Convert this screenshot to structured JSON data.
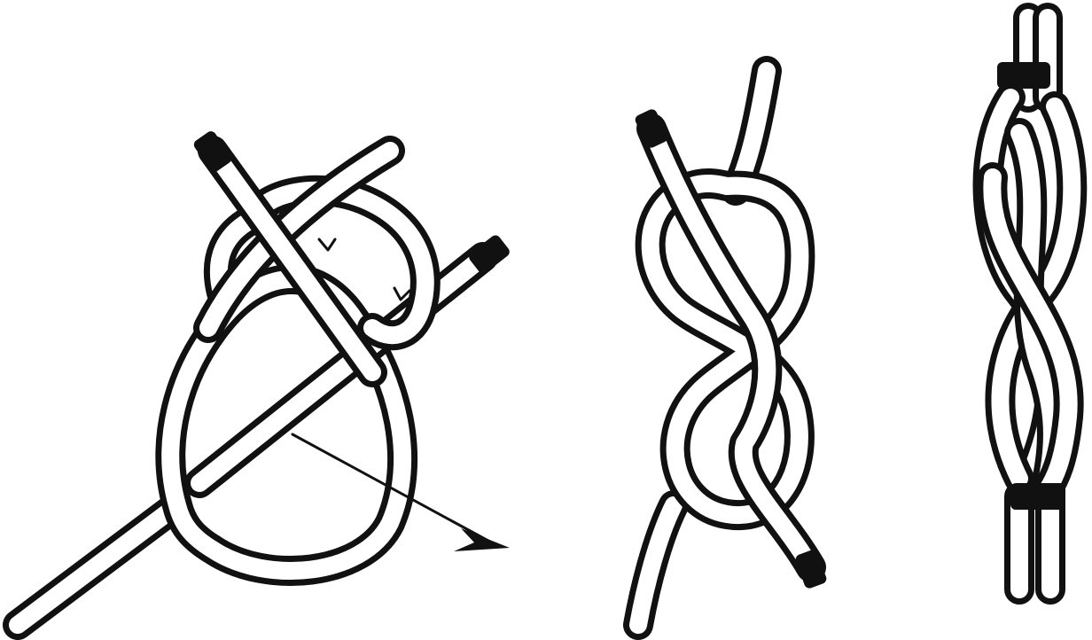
{
  "figure": {
    "background": "#ffffff",
    "ink": "#111111",
    "panels": [
      {
        "name": "figure-eight-knot-loose-with-arrow"
      },
      {
        "name": "figure-eight-knot-formed"
      },
      {
        "name": "figure-eight-knot-tightened"
      }
    ]
  }
}
